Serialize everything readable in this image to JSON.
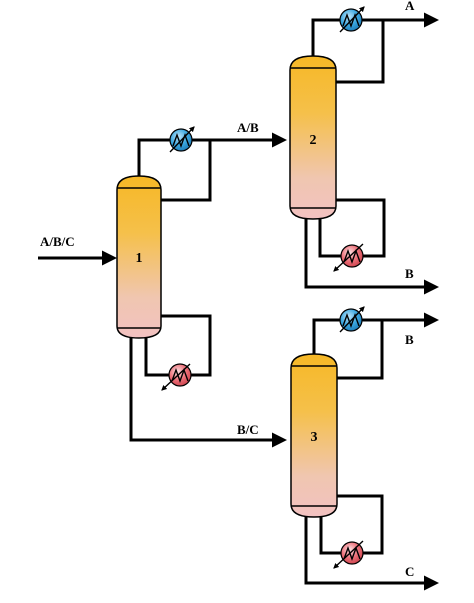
{
  "columns": [
    {
      "id": "col1",
      "label": "1"
    },
    {
      "id": "col2",
      "label": "2"
    },
    {
      "id": "col3",
      "label": "3"
    }
  ],
  "streams": {
    "feed": "A/B/C",
    "col1_top": "A/B",
    "col1_bottom": "B/C",
    "col2_top": "A",
    "col2_bottom": "B",
    "col3_top": "B",
    "col3_bottom": "C"
  },
  "colors": {
    "column_top": "#f6b826",
    "column_bottom": "#f2c1c1",
    "condenser": "#2f9fd6",
    "reboiler": "#e85a63",
    "line": "#000000"
  },
  "icons": {
    "condenser": "heat-exchanger-icon",
    "reboiler": "heat-exchanger-icon"
  }
}
